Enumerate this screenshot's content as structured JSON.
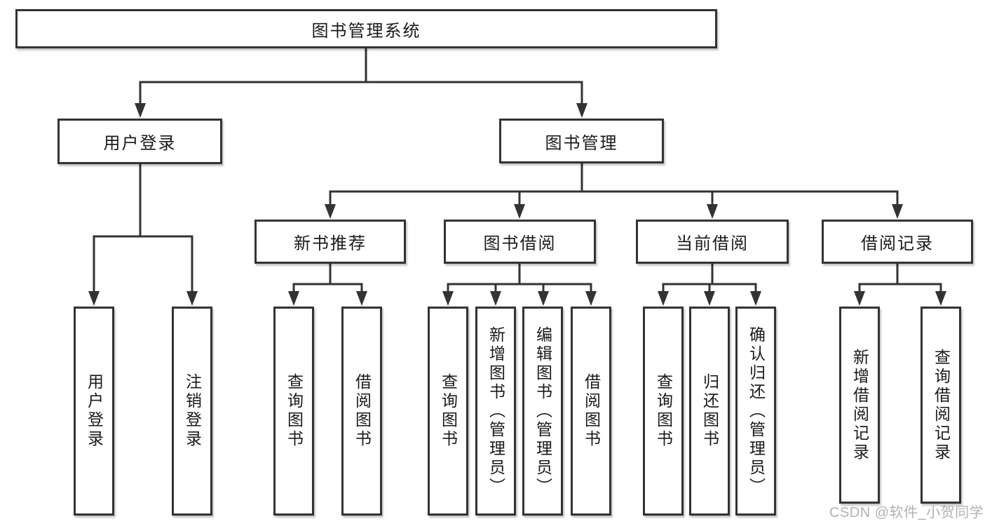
{
  "tree": {
    "root": "图书管理系统",
    "branches": [
      {
        "label": "用户登录",
        "leaves": [
          "用户登录",
          "注销登录"
        ]
      },
      {
        "label": "图书管理",
        "groups": [
          {
            "label": "新书推荐",
            "leaves": [
              "查询图书",
              "借阅图书"
            ]
          },
          {
            "label": "图书借阅",
            "leaves": [
              "查询图书",
              "新增图书（管理员）",
              "编辑图书（管理员）",
              "借阅图书"
            ]
          },
          {
            "label": "当前借阅",
            "leaves": [
              "查询图书",
              "归还图书",
              "确认归还（管理员）"
            ]
          },
          {
            "label": "借阅记录",
            "leaves": [
              "新增借阅记录",
              "查询借阅记录"
            ]
          }
        ]
      }
    ]
  },
  "watermark": "CSDN @软件_小贺同学",
  "colors": {
    "line": "#333333",
    "box_border": "#333333",
    "text": "#1a1a1a",
    "watermark": "#b2b2b2",
    "background": "#ffffff"
  }
}
